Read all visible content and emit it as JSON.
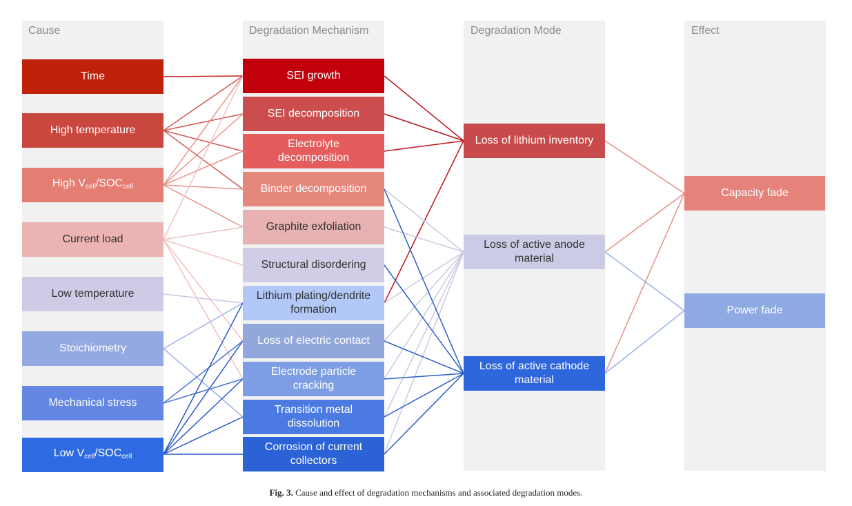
{
  "columns": {
    "cause": "Cause",
    "mechanism": "Degradation Mechanism",
    "mode": "Degradation Mode",
    "effect": "Effect"
  },
  "causes": {
    "time": "Time",
    "high_temp": "High temperature",
    "high_v_pre": "High V",
    "high_v_sub1": "cell",
    "high_v_mid": "/SOC",
    "high_v_sub2": "cell",
    "current_load": "Current load",
    "low_temp": "Low temperature",
    "stoichiometry": "Stoichiometry",
    "mech_stress": "Mechanical stress",
    "low_v_pre": "Low V",
    "low_v_sub1": "cell",
    "low_v_mid": "/SOC",
    "low_v_sub2": "cell"
  },
  "mechanisms": {
    "sei_growth": "SEI growth",
    "sei_decomp": "SEI decomposition",
    "electrolyte_decomp": "Electrolyte decomposition",
    "binder_decomp": "Binder decomposition",
    "graphite_exf": "Graphite exfoliation",
    "structural_dis": "Structural disordering",
    "li_plating": "Lithium plating/dendrite formation",
    "loss_contact": "Loss of electric contact",
    "particle_crack": "Electrode particle cracking",
    "tm_dissolution": "Transition metal dissolution",
    "corrosion": "Corrosion of current collectors"
  },
  "modes": {
    "lli": "Loss of lithium inventory",
    "laam_anode": "Loss of active anode material",
    "laam_cathode": "Loss of active cathode material"
  },
  "effects": {
    "capacity": "Capacity fade",
    "power": "Power fade"
  },
  "caption": {
    "label": "Fig. 3.",
    "text": " Cause and effect of degradation mechanisms and associated degradation modes."
  },
  "colors": {
    "time": "#c0210b",
    "high_temp": "#c9473f",
    "high_v": "#e47d72",
    "current_load": "#ebb3b2",
    "low_temp": "#cdcbe6",
    "stoichiometry": "#93a9e1",
    "mech_stress": "#6387e3",
    "low_v": "#2e6ae2",
    "sei_growth": "#c1000b",
    "sei_decomp": "#cc4d4d",
    "electrolyte_decomp": "#e55c5c",
    "binder_decomp": "#e6877c",
    "graphite_exf": "#e8b2b2",
    "structural_dis": "#d0cde6",
    "li_plating": "#b2c8f7",
    "loss_contact": "#92a8dc",
    "particle_crack": "#7d9de4",
    "tm_dissolution": "#4b7ae3",
    "corrosion": "#2b62d5",
    "lli": "#c94a4a",
    "laam_anode": "#cbcbe5",
    "laam_cathode": "#2e66dc",
    "capacity": "#e5827a",
    "power": "#8fa9e3"
  }
}
